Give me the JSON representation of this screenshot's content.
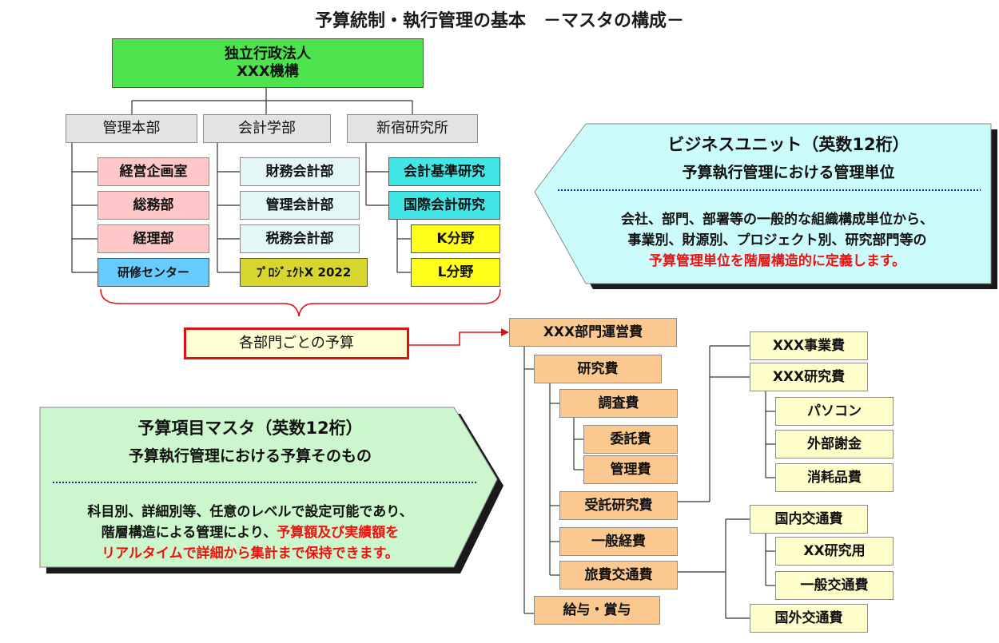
{
  "title": "予算統制・執行管理の基本　－マスタの構成－",
  "org": {
    "root": {
      "line1": "独立行政法人",
      "line2": "XXX機構"
    },
    "depts": [
      "管理本部",
      "会計学部",
      "新宿研究所"
    ],
    "kanri_children": [
      "経営企画室",
      "総務部",
      "経理部",
      "研修センター"
    ],
    "kaikei_children": [
      "財務会計部",
      "管理会計部",
      "税務会計部",
      "ﾌﾟﾛｼﾞｪｸﾄX 2022"
    ],
    "shinjuku_children": [
      "会計基準研究",
      "国際会計研究"
    ],
    "kokusai_children": [
      "K分野",
      "L分野"
    ]
  },
  "budget_label": "各部門ごとの予算",
  "bu_callout": {
    "heading": "ビジネスユニット（英数12桁）",
    "subheading": "予算執行管理における管理単位",
    "body1": "会社、部門、部署等の一般的な組織構成単位から、",
    "body2": "事業別、財源別、プロジェクト別、研究部門等の",
    "body3_red": "予算管理単位を階層構造的に定義します。"
  },
  "item_callout": {
    "heading": "予算項目マスタ（英数12桁）",
    "subheading": "予算執行管理における予算そのもの",
    "body1": "科目別、詳細別等、任意のレベルで設定可能であり、",
    "body2_black": "階層構造による管理により、",
    "body2_red": "予算額及び実績額を",
    "body3_red": "リアルタイムで詳細から集計まで保持できます。"
  },
  "budget_tree": {
    "root": "XXX部門運営費",
    "kenkyuhi": "研究費",
    "chosahi": "調査費",
    "itakuhi": "委託費",
    "kanrihi": "管理費",
    "jutaku": "受託研究費",
    "ippan": "一般経費",
    "ryohi": "旅費交通費",
    "kyuyo": "給与・賞与",
    "jigyohi": "XXX事業費",
    "xkenkyuhi": "XXX研究費",
    "pasokon": "パソコン",
    "gaibu": "外部謝金",
    "shomo": "消耗品費",
    "kokunai": "国内交通費",
    "xxkenkyu": "XX研究用",
    "ippan_kotsu": "一般交通費",
    "kokugai": "国外交通費"
  },
  "colors": {
    "root_green": "#4de34d",
    "dept_gray": "#e3e3e3",
    "pink": "#ffc7c7",
    "light_cyan": "#e3f7f7",
    "cyan": "#42e6e6",
    "sky_blue": "#66ccff",
    "olive": "#d6d62e",
    "yellow": "#ffff1a",
    "peach": "#fbc890",
    "light_yellow": "#ffffcc",
    "red": "#ee1111"
  }
}
